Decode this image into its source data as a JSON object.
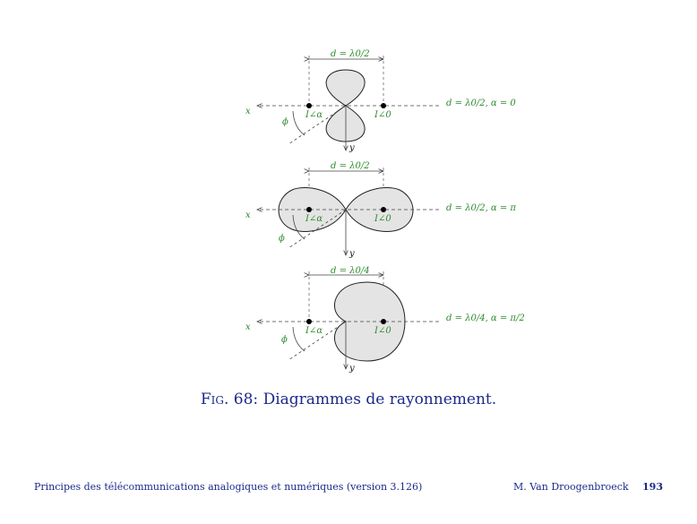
{
  "diagrams": [
    {
      "spacing_label": "d = λ0/2",
      "params_label": "d = λ0/2,  α = 0"
    },
    {
      "spacing_label": "d = λ0/2",
      "params_label": "d = λ0/2,  α = π"
    },
    {
      "spacing_label": "d = λ0/4",
      "params_label": "d = λ0/4,  α = π/2"
    }
  ],
  "labels": {
    "x_axis": "x",
    "y_axis": "y",
    "angle": "ϕ",
    "source_left": "I∠α",
    "source_right": "I∠0"
  },
  "caption": {
    "prefix": "Fig. 68:",
    "text": "Diagrammes de rayonnement."
  },
  "footer": {
    "left": "Principes des télécommunications analogiques et numériques (version 3.126)",
    "author": "M. Van Droogenbroeck",
    "page": "193"
  },
  "colors": {
    "label_green": "#2e8b2e",
    "text_blue": "#1a2a8a",
    "pattern_fill": "#e4e4e4"
  }
}
